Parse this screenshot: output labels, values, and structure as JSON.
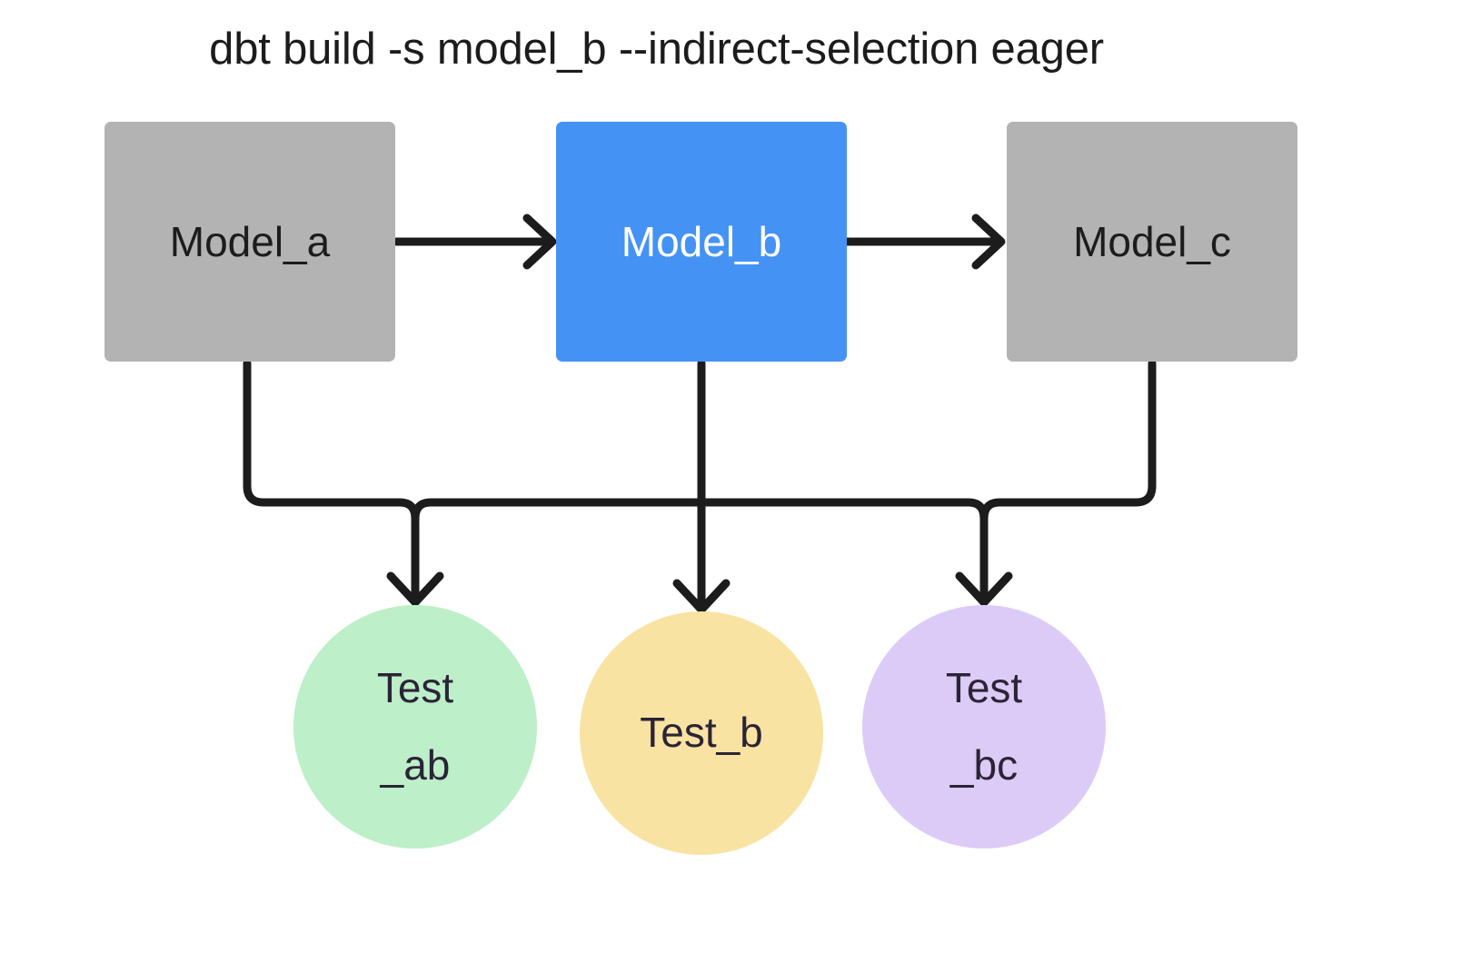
{
  "diagram": {
    "title": "dbt build -s model_b --indirect-selection eager",
    "type": "dag",
    "background_color": "#ffffff",
    "edge_color": "#1c1c1c",
    "models": [
      {
        "id": "model_a",
        "label": "Model_a",
        "shape": "rounded-rect",
        "fill": "#b3b3b3",
        "text_color": "#1c1c1c",
        "selected": false
      },
      {
        "id": "model_b",
        "label": "Model_b",
        "shape": "rounded-rect",
        "fill": "#4592f5",
        "text_color": "#ffffff",
        "selected": true
      },
      {
        "id": "model_c",
        "label": "Model_c",
        "shape": "rounded-rect",
        "fill": "#b3b3b3",
        "text_color": "#1c1c1c",
        "selected": false
      }
    ],
    "tests": [
      {
        "id": "test_ab",
        "line1": "Test",
        "line2": "_ab",
        "shape": "circle",
        "fill": "#bdefc9",
        "text_color": "#2b2436"
      },
      {
        "id": "test_b",
        "line1": "Test_b",
        "line2": "",
        "shape": "circle",
        "fill": "#f9e3a2",
        "text_color": "#2b2436"
      },
      {
        "id": "test_bc",
        "line1": "Test",
        "line2": "_bc",
        "shape": "circle",
        "fill": "#ddcbf7",
        "text_color": "#2b2436"
      }
    ],
    "edges": [
      {
        "from": "model_a",
        "to": "model_b",
        "style": "arrow-right"
      },
      {
        "from": "model_b",
        "to": "model_c",
        "style": "arrow-right"
      },
      {
        "from": "model_a",
        "to": "test_ab",
        "style": "elbow-down"
      },
      {
        "from": "model_b",
        "to": "test_ab",
        "style": "elbow-down"
      },
      {
        "from": "model_b",
        "to": "test_b",
        "style": "straight-down"
      },
      {
        "from": "model_b",
        "to": "test_bc",
        "style": "elbow-down"
      },
      {
        "from": "model_c",
        "to": "test_bc",
        "style": "elbow-down"
      }
    ]
  }
}
